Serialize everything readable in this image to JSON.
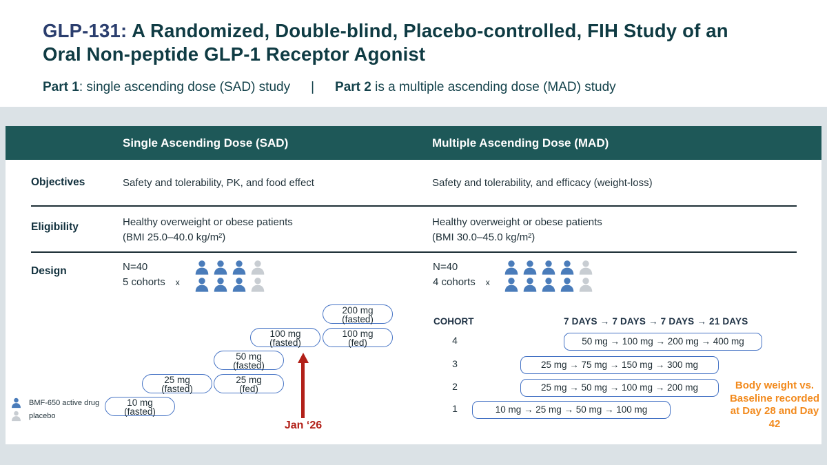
{
  "colors": {
    "header_teal": "#1e5858",
    "title_navy": "#2b3e6e",
    "title_teal": "#0f3b43",
    "active_blue": "#4a7cba",
    "placebo_gray": "#c8cdd2",
    "box_border_blue": "#4472c4",
    "milestone_red": "#b22018",
    "note_orange": "#f28a1d",
    "band_gray": "#dbe2e6"
  },
  "header": {
    "title_line1_highlight": "GLP-131:",
    "title_line1_rest": " A Randomized, Double-blind, Placebo-controlled, FIH Study of an",
    "title_line2": "Oral Non-peptide GLP-1 Receptor Agonist",
    "subtitle": {
      "part1_label": "Part 1",
      "part1_text": ": single ascending dose (SAD) study",
      "separator": "|",
      "part2_label": "Part 2",
      "part2_text": " is a multiple ascending dose (MAD) study"
    }
  },
  "table": {
    "columns": [
      {
        "title": "Single Ascending Dose (SAD)"
      },
      {
        "title": "Multiple Ascending Dose (MAD)"
      }
    ],
    "rows": {
      "objectives": {
        "label": "Objectives",
        "sad": "Safety and tolerability, PK, and food effect",
        "mad": "Safety and tolerability, and efficacy (weight-loss)"
      },
      "eligibility": {
        "label": "Eligibility",
        "sad_line1": "Healthy overweight or obese patients",
        "sad_line2": "(BMI 25.0–40.0 kg/m²)",
        "mad_line1": "Healthy overweight or obese patients",
        "mad_line2": "(BMI 30.0–45.0 kg/m²)"
      },
      "design": {
        "label": "Design"
      }
    }
  },
  "sad": {
    "n": "N=40",
    "cohorts": "5 cohorts",
    "times": "x",
    "boxes": [
      {
        "dose": "10 mg",
        "condition": "(fasted)"
      },
      {
        "dose": "25 mg",
        "condition": "(fasted)"
      },
      {
        "dose": "25 mg",
        "condition": "(fed)"
      },
      {
        "dose": "50 mg",
        "condition": "(fasted)"
      },
      {
        "dose": "100 mg",
        "condition": "(fasted)"
      },
      {
        "dose": "100 mg",
        "condition": "(fed)"
      },
      {
        "dose": "200 mg",
        "condition": "(fasted)"
      }
    ],
    "milestone": "Jan ‘26"
  },
  "mad": {
    "n": "N=40",
    "cohorts": "4 cohorts",
    "times": "x",
    "cohort_header": "COHORT",
    "days_header": "7 DAYS → 7 DAYS → 7 DAYS → 21 DAYS",
    "rows": [
      {
        "cohort": "4",
        "doses": "50 mg → 100 mg → 200 mg → 400 mg"
      },
      {
        "cohort": "3",
        "doses": "25 mg → 75 mg → 150 mg → 300 mg"
      },
      {
        "cohort": "2",
        "doses": "25 mg → 50 mg → 100 mg → 200 mg"
      },
      {
        "cohort": "1",
        "doses": "10 mg → 25 mg → 50 mg → 100 mg"
      }
    ],
    "note": "Body weight vs. Baseline recorded at Day 28 and Day 42"
  },
  "legend": {
    "active": "BMF-650 active drug",
    "placebo": "placebo"
  }
}
